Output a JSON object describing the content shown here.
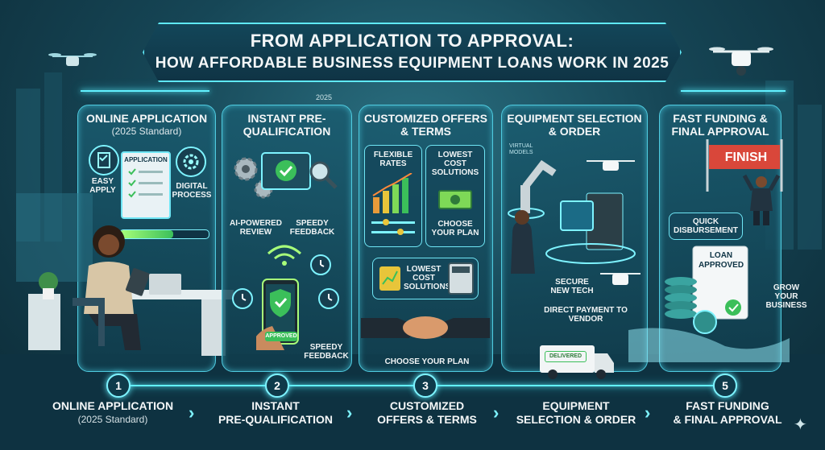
{
  "title": {
    "line1": "FROM APPLICATION TO APPROVAL:",
    "line2": "HOW AFFORDABLE BUSINESS EQUIPMENT LOANS WORK IN 2025"
  },
  "year_tag": "2025",
  "panels": [
    {
      "title": "ONLINE APPLICATION",
      "subtitle": "(2025 Standard)",
      "labels": {
        "easy_apply": "EASY APPLY",
        "application_form": "APPLICATION",
        "digital_process": "DIGITAL PROCESS"
      },
      "progress": 0.6
    },
    {
      "title": "INSTANT PRE-QUALIFICATION",
      "labels": {
        "ai_review": "AI-POWERED REVIEW",
        "speedy_feedback_1": "SPEEDY FEEDBACK",
        "approved": "APPROVED",
        "speedy_feedback_2": "SPEEDY FEEDBACK"
      }
    },
    {
      "title": "CUSTOMIZED OFFERS & TERMS",
      "labels": {
        "flexible_rates": "FLEXIBLE RATES",
        "lowest_cost_1": "LOWEST COST SOLUTIONS",
        "choose_plan_1": "CHOOSE YOUR PLAN",
        "lowest_cost_2": "LOWEST COST SOLUTIONS",
        "choose_plan_2": "CHOOSE YOUR PLAN"
      }
    },
    {
      "title": "EQUIPMENT SELECTION & ORDER",
      "labels": {
        "virtual_models": "VIRTUAL MODELS",
        "secure_tech": "SECURE NEW TECH",
        "direct_payment": "DIRECT PAYMENT TO VENDOR",
        "delivered": "DELIVERED"
      }
    },
    {
      "title": "FAST FUNDING & FINAL APPROVAL",
      "labels": {
        "finish": "FINISH",
        "quick_disbursement": "QUICK DISBURSEMENT",
        "loan_approved": "LOAN APPROVED",
        "grow_business": "GROW YOUR BUSINESS"
      }
    }
  ],
  "steps": [
    {
      "number": "1",
      "title": "ONLINE APPLICATION",
      "subtitle": "(2025 Standard)"
    },
    {
      "number": "2",
      "title": "INSTANT",
      "subtitle": "PRE-QUALIFICATION"
    },
    {
      "number": "3",
      "title": "CUSTOMIZED",
      "subtitle": "OFFERS & TERMS"
    },
    {
      "number": "4",
      "title": "EQUIPMENT",
      "subtitle": "SELECTION & ORDER"
    },
    {
      "number": "5",
      "title": "FAST FUNDING",
      "subtitle": "& FINAL APPROVAL"
    }
  ],
  "colors": {
    "accent": "#62f1ff",
    "background": "#164656",
    "approved_green": "#3bbf5a",
    "finish_red": "#d9473a"
  },
  "icons": [
    "drone-icon",
    "gear-icon",
    "checkmark-icon",
    "magnifier-icon",
    "wifi-icon",
    "clock-icon",
    "shield-icon",
    "chart-icon",
    "cash-icon",
    "calculator-icon",
    "handshake-icon",
    "robot-arm-icon",
    "server-icon",
    "truck-icon",
    "coin-stack-icon",
    "dollar-icon",
    "trophy-flag-icon"
  ]
}
